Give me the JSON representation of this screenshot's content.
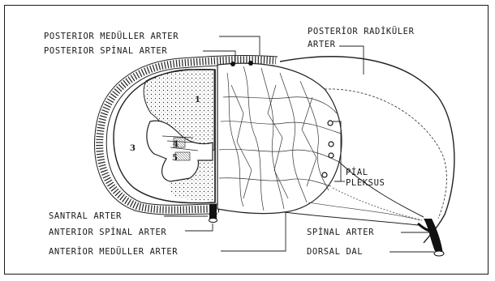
{
  "labels": {
    "posterior_meduller_arter": "POSTERIOR MEDÜLLER ARTER",
    "posterior_spinal_arter": "POSTERIOR SPİNAL ARTER",
    "posterior_radikuler_arter_1": "POSTERİOR RADİKÜLER",
    "posterior_radikuler_arter_2": "ARTER",
    "pial_pleksus_1": "PİAL",
    "pial_pleksus_2": "PLEKSUS",
    "santral_arter": "SANTRAL ARTER",
    "anterior_spinal_arter": "ANTERIOR SPİNAL ARTER",
    "anterior_meduller_arter": "ANTERİOR MEDÜLLER ARTER",
    "spinal_arter": "SPİNAL ARTER",
    "dorsal_dal": "DORSAL DAL"
  },
  "region_numbers": [
    "1",
    "3",
    "4",
    "5"
  ]
}
